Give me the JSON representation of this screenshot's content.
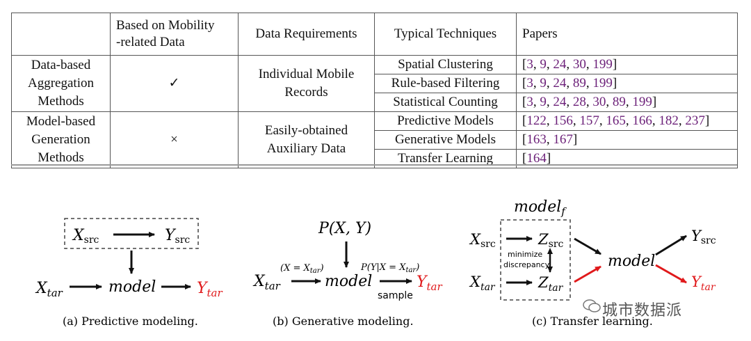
{
  "table": {
    "headers": [
      "",
      "Based on Mobility -related Data",
      "Data Requirements",
      "Typical Techniques",
      "Papers"
    ],
    "groups": [
      {
        "category": "Data-based Aggregation Methods",
        "mark": "✓",
        "requirement": "Individual Mobile Records",
        "rows": [
          {
            "technique": "Spatial Clustering",
            "papers": "[3, 9, 24, 30, 199]"
          },
          {
            "technique": "Rule-based Filtering",
            "papers": "[3, 9, 24, 89, 199]"
          },
          {
            "technique": "Statistical Counting",
            "papers": "[3, 9, 24, 28, 30, 89, 199]"
          }
        ]
      },
      {
        "category": "Model-based Generation Methods",
        "mark": "×",
        "requirement": "Easily-obtained Auxiliary Data",
        "rows": [
          {
            "technique": "Predictive Models",
            "papers": "[122, 156, 157, 165, 166, 182, 237]"
          },
          {
            "technique": "Generative Models",
            "papers": "[163, 167]"
          },
          {
            "technique": "Transfer Learning",
            "papers": "[164]"
          }
        ]
      }
    ]
  },
  "diagrams": {
    "a": {
      "x_src": "X",
      "x_src_sub": "src",
      "y_src": "Y",
      "y_src_sub": "src",
      "x_tar": "X",
      "x_tar_sub": "tar",
      "model": "model",
      "y_tar": "Y",
      "y_tar_sub": "tar",
      "caption": "(a)  Predictive modeling."
    },
    "b": {
      "joint": "P(X, Y)",
      "condition": "(X = X",
      "condition_sub": "tar",
      "condition_end": ")",
      "posterior": "P(Y|X = X",
      "posterior_sub": "tar",
      "posterior_end": ")",
      "x_tar": "X",
      "x_tar_sub": "tar",
      "model": "model",
      "y_tar": "Y",
      "y_tar_sub": "tar",
      "sample": "sample",
      "caption": "(b)  Generative modeling."
    },
    "c": {
      "box_label": "model",
      "box_label_sub": "f",
      "x_src": "X",
      "x_src_sub": "src",
      "x_tar": "X",
      "x_tar_sub": "tar",
      "z_src": "Z",
      "z_src_sub": "src",
      "z_tar": "Z",
      "z_tar_sub": "tar",
      "minimize": "minimize",
      "discrepancy": "discrepancy",
      "model": "model",
      "y_src": "Y",
      "y_src_sub": "src",
      "y_tar": "Y",
      "y_tar_sub": "tar",
      "caption": "(c)  Transfer learning."
    }
  },
  "watermark": "城市数据派",
  "colors": {
    "ref": "#6b1f78",
    "target": "#e0191b",
    "border": "#555555"
  }
}
